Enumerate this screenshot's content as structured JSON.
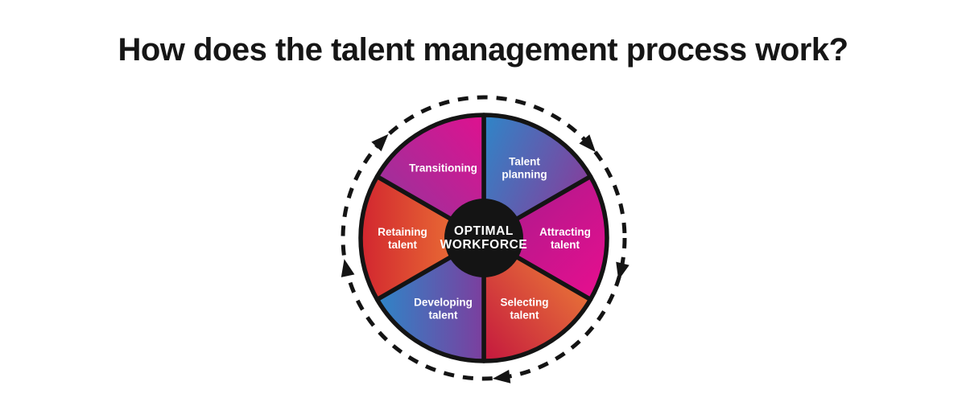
{
  "title": "How does the talent management process work?",
  "wheel": {
    "center": {
      "line1": "OPTIMAL",
      "line2": "WORKFORCE",
      "fill": "#141414",
      "text_color": "#ffffff"
    },
    "outline_color": "#141414",
    "segments": [
      {
        "id": "talent-planning",
        "label": "Talent planning",
        "lines": [
          "Talent",
          "planning"
        ],
        "gradient": [
          "#2E86C8",
          "#83409D"
        ]
      },
      {
        "id": "attracting-talent",
        "label": "Attracting talent",
        "lines": [
          "Attracting",
          "talent"
        ],
        "gradient": [
          "#A21C8C",
          "#E90E8E"
        ]
      },
      {
        "id": "selecting-talent",
        "label": "Selecting talent",
        "lines": [
          "Selecting",
          "talent"
        ],
        "gradient": [
          "#C4173E",
          "#F18B36"
        ]
      },
      {
        "id": "developing-talent",
        "label": "Developing talent",
        "lines": [
          "Developing",
          "talent"
        ],
        "gradient": [
          "#2E86C8",
          "#7C3E9E"
        ]
      },
      {
        "id": "retaining-talent",
        "label": "Retaining talent",
        "lines": [
          "Retaining",
          "talent"
        ],
        "gradient": [
          "#D2262F",
          "#EF8036"
        ]
      },
      {
        "id": "transitioning",
        "label": "Transitioning",
        "lines": [
          "Transitioning"
        ],
        "gradient": [
          "#8C399E",
          "#DF118F"
        ]
      }
    ],
    "cycle_ring": {
      "icon": "clockwise-arrow-icon",
      "direction": "clockwise",
      "arrow_count": 5,
      "color": "#141414"
    }
  }
}
